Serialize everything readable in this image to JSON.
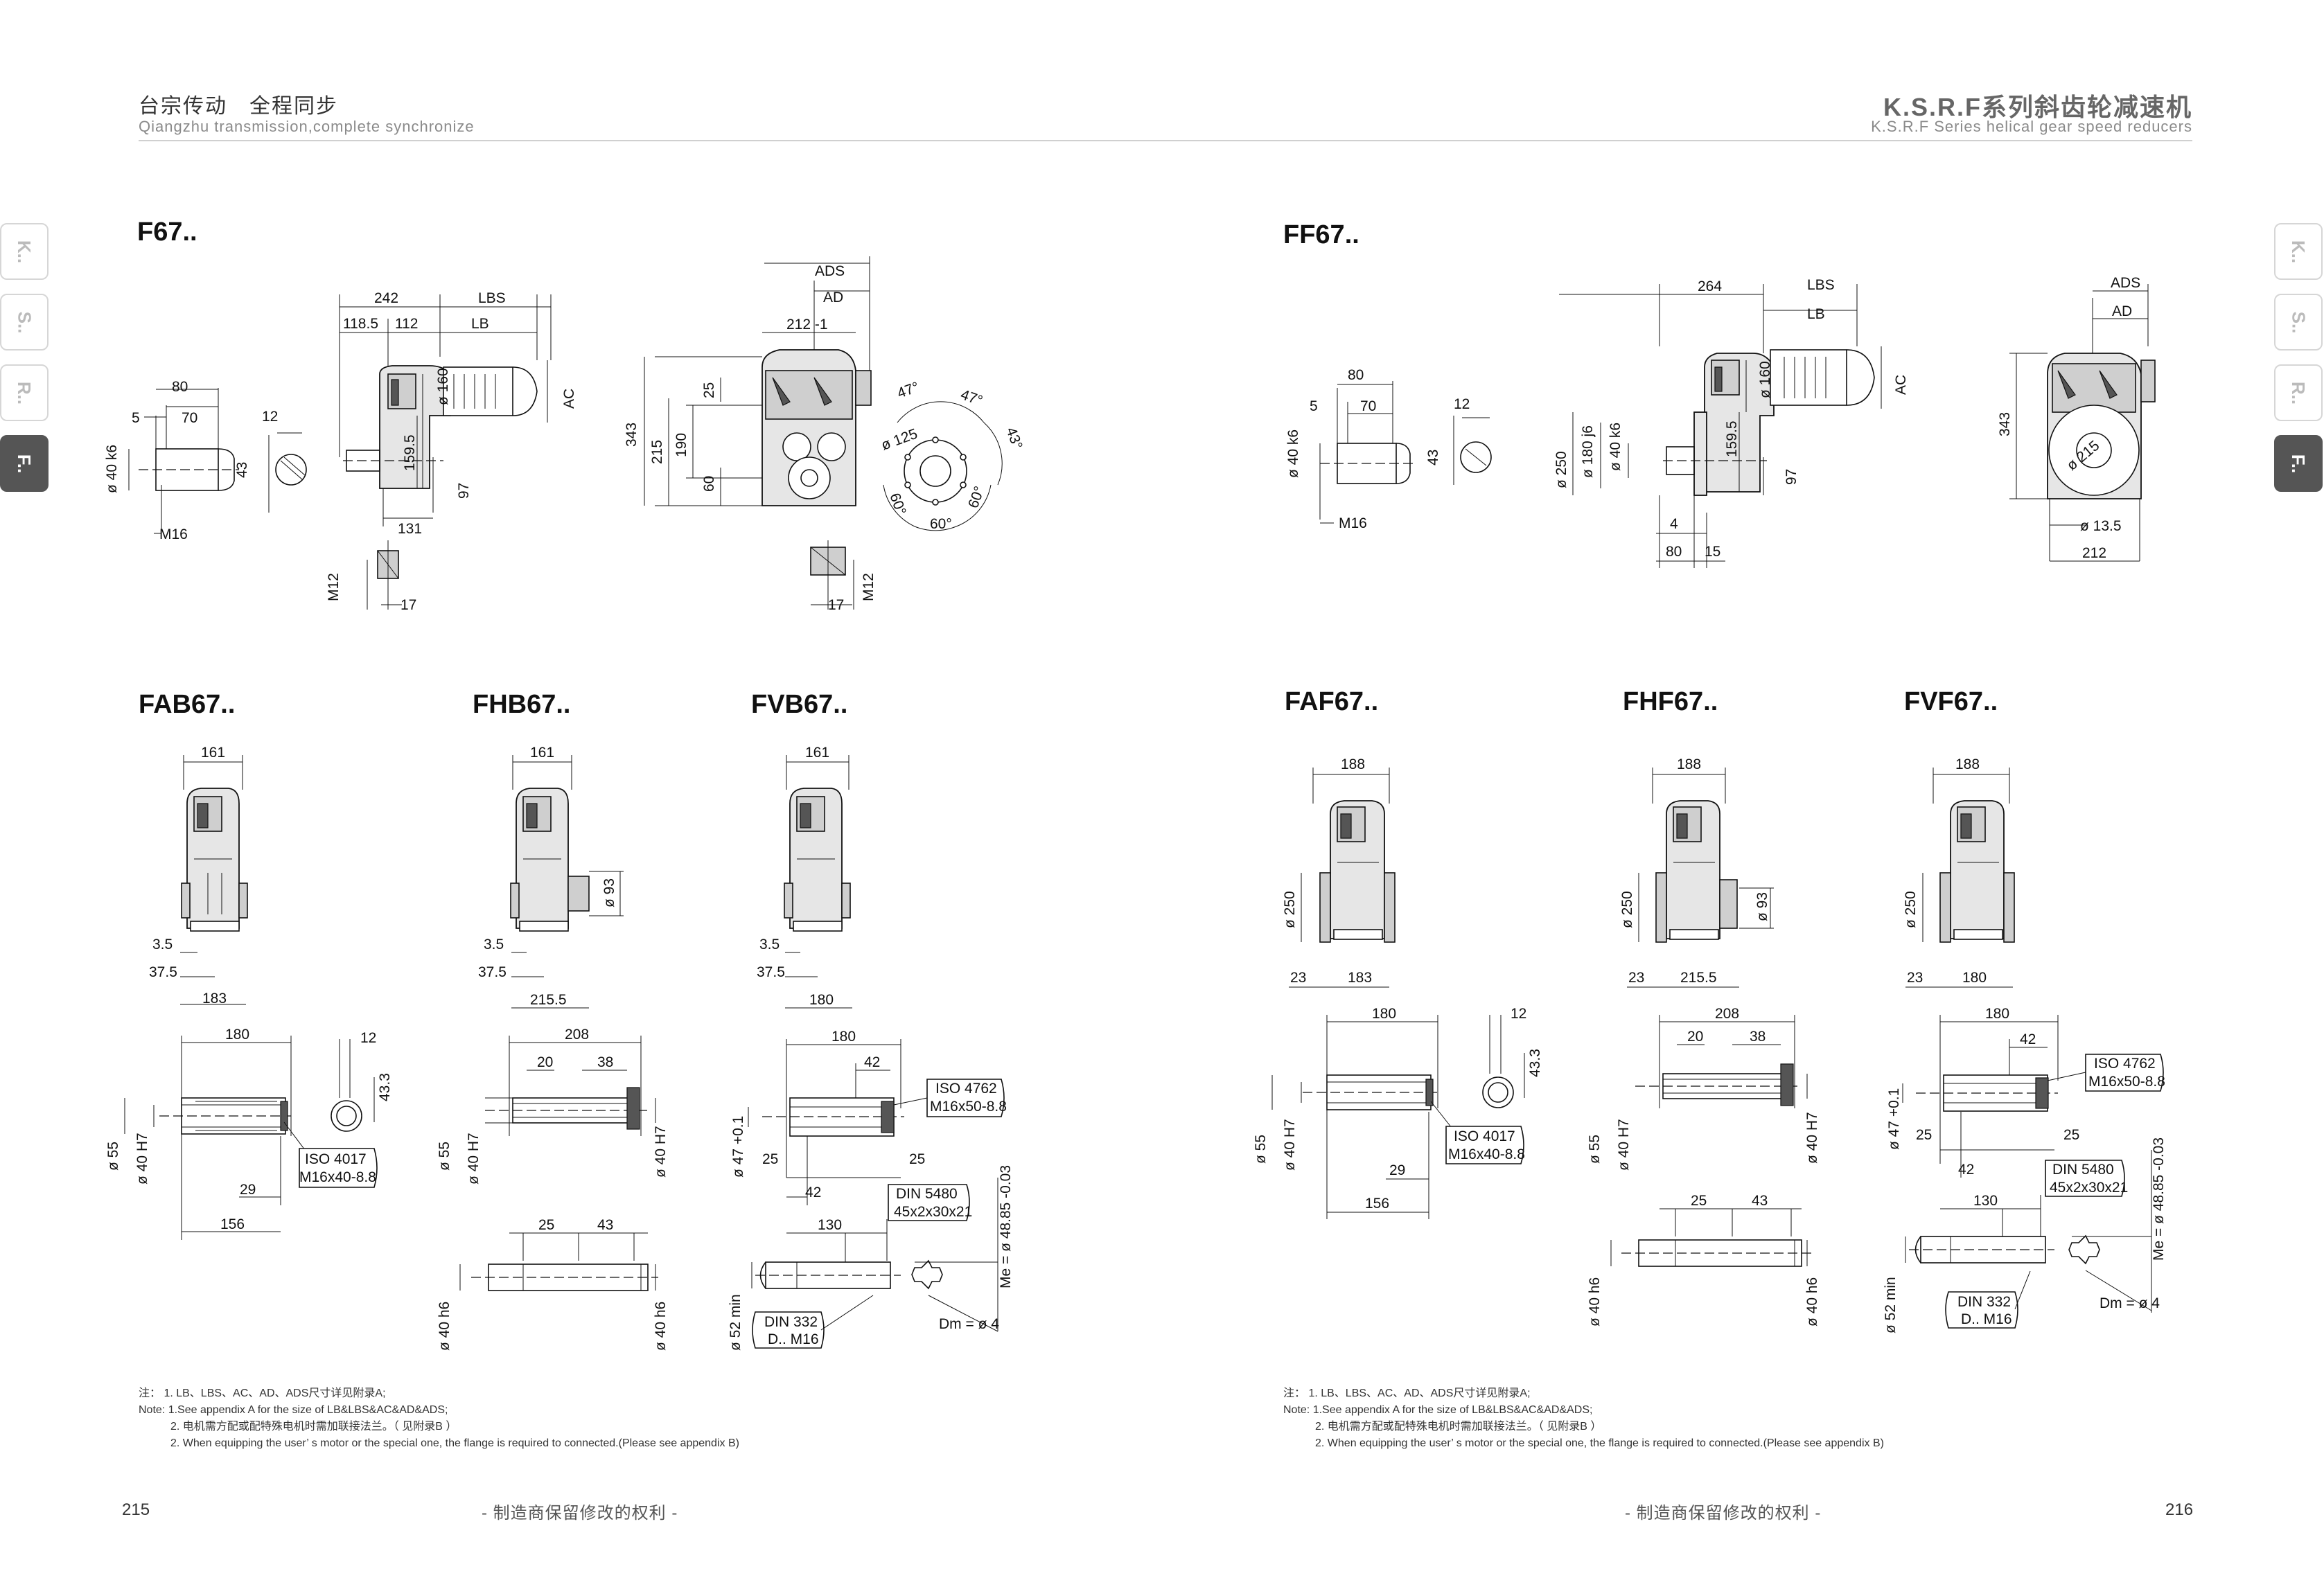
{
  "header": {
    "left_cn": "台宗传动　全程同步",
    "left_en": "Qiangzhu transmission,complete synchronize",
    "right_title": "K.S.R.F系列斜齿轮减速机",
    "right_en": "K.S.R.F Series helical gear speed reducers"
  },
  "side_tabs": {
    "left": [
      "K..",
      "S..",
      "R..",
      "F.."
    ],
    "right": [
      "K..",
      "S..",
      "R..",
      "F.."
    ],
    "active": "F.."
  },
  "models": {
    "f67": "F67..",
    "ff67": "FF67..",
    "fab67": "FAB67..",
    "fhb67": "FHB67..",
    "fvb67": "FVB67..",
    "faf67": "FAF67..",
    "fhf67": "FHF67..",
    "fvf67": "FVF67.."
  },
  "dims": {
    "f67": {
      "d80": "80",
      "d70": "70",
      "d5": "5",
      "d12": "12",
      "d43": "43",
      "phi40": "ø 40 k6",
      "m16": "M16",
      "d242": "242",
      "lbs": "LBS",
      "d1185": "118.5",
      "d112": "112",
      "lb": "LB",
      "ac": "AC",
      "phi160": "ø 160",
      "d1595": "159.5",
      "d97": "97",
      "d131": "131",
      "m12": "M12",
      "d17": "17",
      "ads": "ADS",
      "ad": "AD",
      "d212": "212 -1",
      "d343": "343",
      "d215": "215",
      "d190": "190",
      "d25": "25",
      "d60": "60",
      "phi125": "ø 125",
      "a47a": "47°",
      "a47b": "47°",
      "a43": "43°",
      "a60a": "60°",
      "a60b": "60°",
      "a60c": "60°",
      "d17b": "17",
      "m12b": "M12"
    },
    "ff67": {
      "d80": "80",
      "d70": "70",
      "d5": "5",
      "d12": "12",
      "d43": "43",
      "phi40": "ø 40 k6",
      "m16": "M16",
      "d264": "264",
      "lbs": "LBS",
      "lb": "LB",
      "ac": "AC",
      "phi250": "ø 250",
      "phi180": "ø 180 j6",
      "phi40b": "ø 40 k6",
      "phi160": "ø 160",
      "d1595": "159.5",
      "d97": "97",
      "d4": "4",
      "d80b": "80",
      "d15": "15",
      "ads": "ADS",
      "ad": "AD",
      "d343": "343",
      "phi215": "ø 215",
      "phi135": "ø 13.5",
      "d212": "212"
    },
    "fab67": {
      "d161": "161",
      "d35": "3.5",
      "d375": "37.5",
      "d183": "183",
      "d180": "180",
      "d12": "12",
      "d433": "43.3",
      "phi55": "ø 55",
      "phi40": "ø 40 H7",
      "iso": "ISO 4017",
      "iso2": "M16x40-8.8",
      "d29": "29",
      "d156": "156"
    },
    "fhb67": {
      "d161": "161",
      "phi93": "ø 93",
      "d35": "3.5",
      "d375": "37.5",
      "d2155": "215.5",
      "d208": "208",
      "d20": "20",
      "d38": "38",
      "phi55": "ø 55",
      "phi40": "ø 40 H7",
      "phi40r": "ø 40 H7",
      "d25": "25",
      "d43": "43",
      "phi40h6": "ø 40 h6",
      "phi40h6r": "ø 40 h6"
    },
    "fvb67": {
      "d161": "161",
      "d35": "3.5",
      "d375": "37.5",
      "d180": "180",
      "d180b": "180",
      "d42": "42",
      "iso": "ISO 4762",
      "iso2": "M16x50-8.8",
      "phi47": "ø 47 +0.1",
      "d25": "25",
      "d25b": "25",
      "d42b": "42",
      "din": "DIN 5480",
      "din2": "45x2x30x21",
      "d130": "130",
      "me": "Me = ø 48.85 -0.03",
      "phi52": "ø 52 min",
      "din332": "DIN 332",
      "din332b": "D.. M16",
      "dm": "Dm = ø 4"
    },
    "faf67": {
      "d188": "188",
      "phi250": "ø 250",
      "d23": "23",
      "d183": "183",
      "d180": "180",
      "d12": "12",
      "d433": "43.3",
      "phi55": "ø 55",
      "phi40": "ø 40 H7",
      "iso": "ISO 4017",
      "iso2": "M16x40-8.8",
      "d29": "29",
      "d156": "156"
    },
    "fhf67": {
      "d188": "188",
      "phi250": "ø 250",
      "phi93": "ø 93",
      "d23": "23",
      "d2155": "215.5",
      "d208": "208",
      "d20": "20",
      "d38": "38",
      "phi55": "ø 55",
      "phi40": "ø 40 H7",
      "phi40r": "ø 40 H7",
      "d25": "25",
      "d43": "43",
      "phi40h6": "ø 40 h6",
      "phi40h6r": "ø 40 h6"
    },
    "fvf67": {
      "d188": "188",
      "phi250": "ø 250",
      "d23": "23",
      "d180": "180",
      "d180b": "180",
      "d42": "42",
      "iso": "ISO 4762",
      "iso2": "M16x50-8.8",
      "phi47": "ø 47 +0.1",
      "d25": "25",
      "d25b": "25",
      "d42b": "42",
      "din": "DIN 5480",
      "din2": "45x2x30x21",
      "d130": "130",
      "me": "Me = ø 48.85 -0.03",
      "phi52": "ø 52 min",
      "din332": "DIN 332",
      "din332b": "D.. M16",
      "dm": "Dm = ø 4"
    }
  },
  "notes_left": [
    "注：  1. LB、LBS、AC、AD、ADS尺寸详见附录A;",
    "Note: 1.See appendix A for the size of LB&LBS&AC&AD&ADS;",
    "2. 电机需方配或配特殊电机时需加联接法兰。（ 见附录B ）",
    "2. When equipping the user’ s motor or the special one, the flange is required to connected.(Please see appendix B)"
  ],
  "notes_right": [
    "注：  1. LB、LBS、AC、AD、ADS尺寸详见附录A;",
    "Note: 1.See appendix A for the size of LB&LBS&AC&AD&ADS;",
    "2. 电机需方配或配特殊电机时需加联接法兰。（ 见附录B ）",
    "2. When equipping the user’ s motor or the special one, the flange is required to connected.(Please see appendix B)"
  ],
  "footer": {
    "page_left": "215",
    "page_right": "216",
    "center_left": "- 制造商保留修改的权利 -",
    "center_right": "- 制造商保留修改的权利 -"
  }
}
